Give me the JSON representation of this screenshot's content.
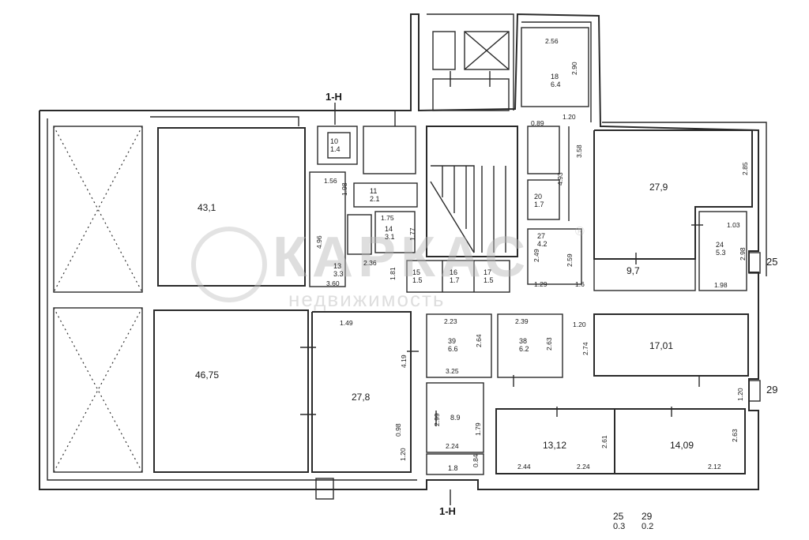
{
  "section_labels": {
    "top": "1-Н",
    "bottom": "1-Н"
  },
  "watermark": {
    "brand": "КАРКАС",
    "sub": "недвижимость",
    "mark": "®"
  },
  "rooms": [
    {
      "id": "r43",
      "area": "43,1"
    },
    {
      "id": "r46",
      "area": "46,75"
    },
    {
      "id": "r278",
      "area": "27,8"
    },
    {
      "id": "r279",
      "area": "27,9"
    },
    {
      "id": "r97",
      "area": "9,7"
    },
    {
      "id": "r1701",
      "area": "17,01"
    },
    {
      "id": "r1312",
      "area": "13,12"
    },
    {
      "id": "r1409",
      "area": "14,09"
    },
    {
      "id": "r10",
      "area": "10\n1.4"
    },
    {
      "id": "r11",
      "area": "11\n2.1"
    },
    {
      "id": "r13",
      "area": "13\n3.3"
    },
    {
      "id": "r14",
      "area": "14\n3.1"
    },
    {
      "id": "r15",
      "area": "15\n1.5"
    },
    {
      "id": "r16",
      "area": "16\n1.7"
    },
    {
      "id": "r17",
      "area": "17\n1.5"
    },
    {
      "id": "r18",
      "area": "18\n6.4"
    },
    {
      "id": "r20",
      "area": "20\n1.7"
    },
    {
      "id": "r24",
      "area": "24\n5.3"
    },
    {
      "id": "r27",
      "area": "27\n4.2"
    },
    {
      "id": "r38",
      "area": "38\n6.2"
    },
    {
      "id": "r39",
      "area": "39\n6.6"
    },
    {
      "id": "r89",
      "area": "8.9"
    },
    {
      "id": "r18b",
      "area": "1.8"
    }
  ],
  "dimensions": [
    "2.56",
    "2.90",
    "0.89",
    "1.20",
    "3.58",
    "4.93",
    "2.85",
    "1.03",
    "2.98",
    "1.98",
    "1.6",
    "1.29",
    "2.49",
    "2.59",
    "1.56",
    "1.98",
    "4.96",
    "1.75",
    "1.77",
    "2.36",
    "3.60",
    "1.81",
    "1.49",
    "4.19",
    "2.23",
    "2.64",
    "3.25",
    "2.39",
    "2.63",
    "1.20",
    "2.74",
    "1.20",
    "2.99",
    "1.79",
    "2.24",
    "0.84",
    "0.98",
    "1.20",
    "2.61",
    "2.63",
    "2.44",
    "2.24",
    "2.12"
  ],
  "side_labels": {
    "right_top": "25",
    "right_bottom": "29"
  },
  "legend": [
    {
      "num": "25",
      "val": "0.3"
    },
    {
      "num": "29",
      "val": "0.2"
    }
  ]
}
